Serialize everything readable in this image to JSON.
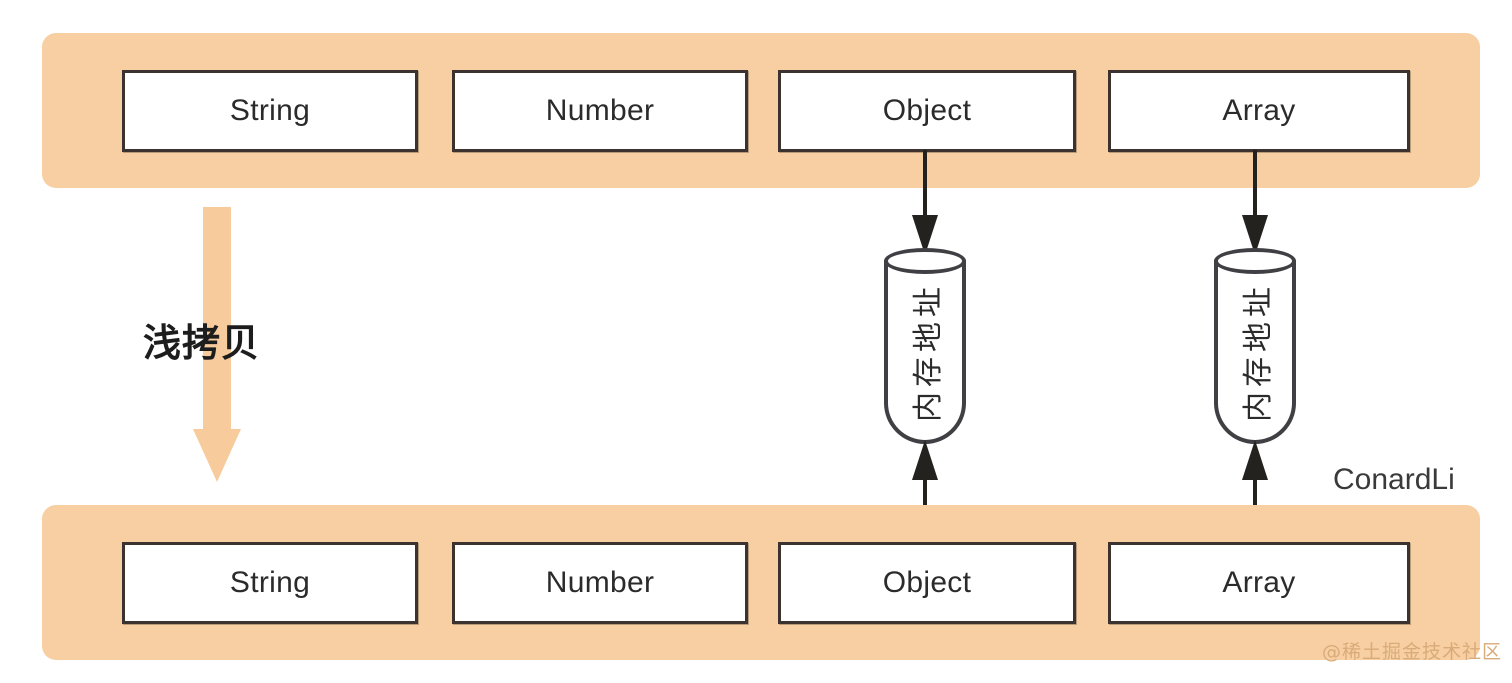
{
  "diagram": {
    "title": "Shallow copy memory reference diagram",
    "colors": {
      "panel_background": "#f8cfa2",
      "box_border": "#3c3230",
      "box_fill": "#ffffff",
      "arrow_orange": "#f7cb9b",
      "arrow_black": "#24221f",
      "cylinder_stroke": "#3f3f44",
      "watermark": "#d8ab79",
      "page_background": "#ffffff"
    }
  },
  "source_panel": {
    "name": "source-object",
    "boxes": [
      {
        "label": "String"
      },
      {
        "label": "Number"
      },
      {
        "label": "Object"
      },
      {
        "label": "Array"
      }
    ]
  },
  "copied_panel": {
    "name": "copied-object",
    "boxes": [
      {
        "label": "String"
      },
      {
        "label": "Number"
      },
      {
        "label": "Object"
      },
      {
        "label": "Array"
      }
    ]
  },
  "copy_arrow": {
    "label": "浅拷贝",
    "direction": "down"
  },
  "memory_cells": [
    {
      "label": "内存地址",
      "from": "Object",
      "to": "Object"
    },
    {
      "label": "内存地址",
      "from": "Array",
      "to": "Array"
    }
  ],
  "author": "ConardLi",
  "watermark": "@稀土掘金技术社区"
}
